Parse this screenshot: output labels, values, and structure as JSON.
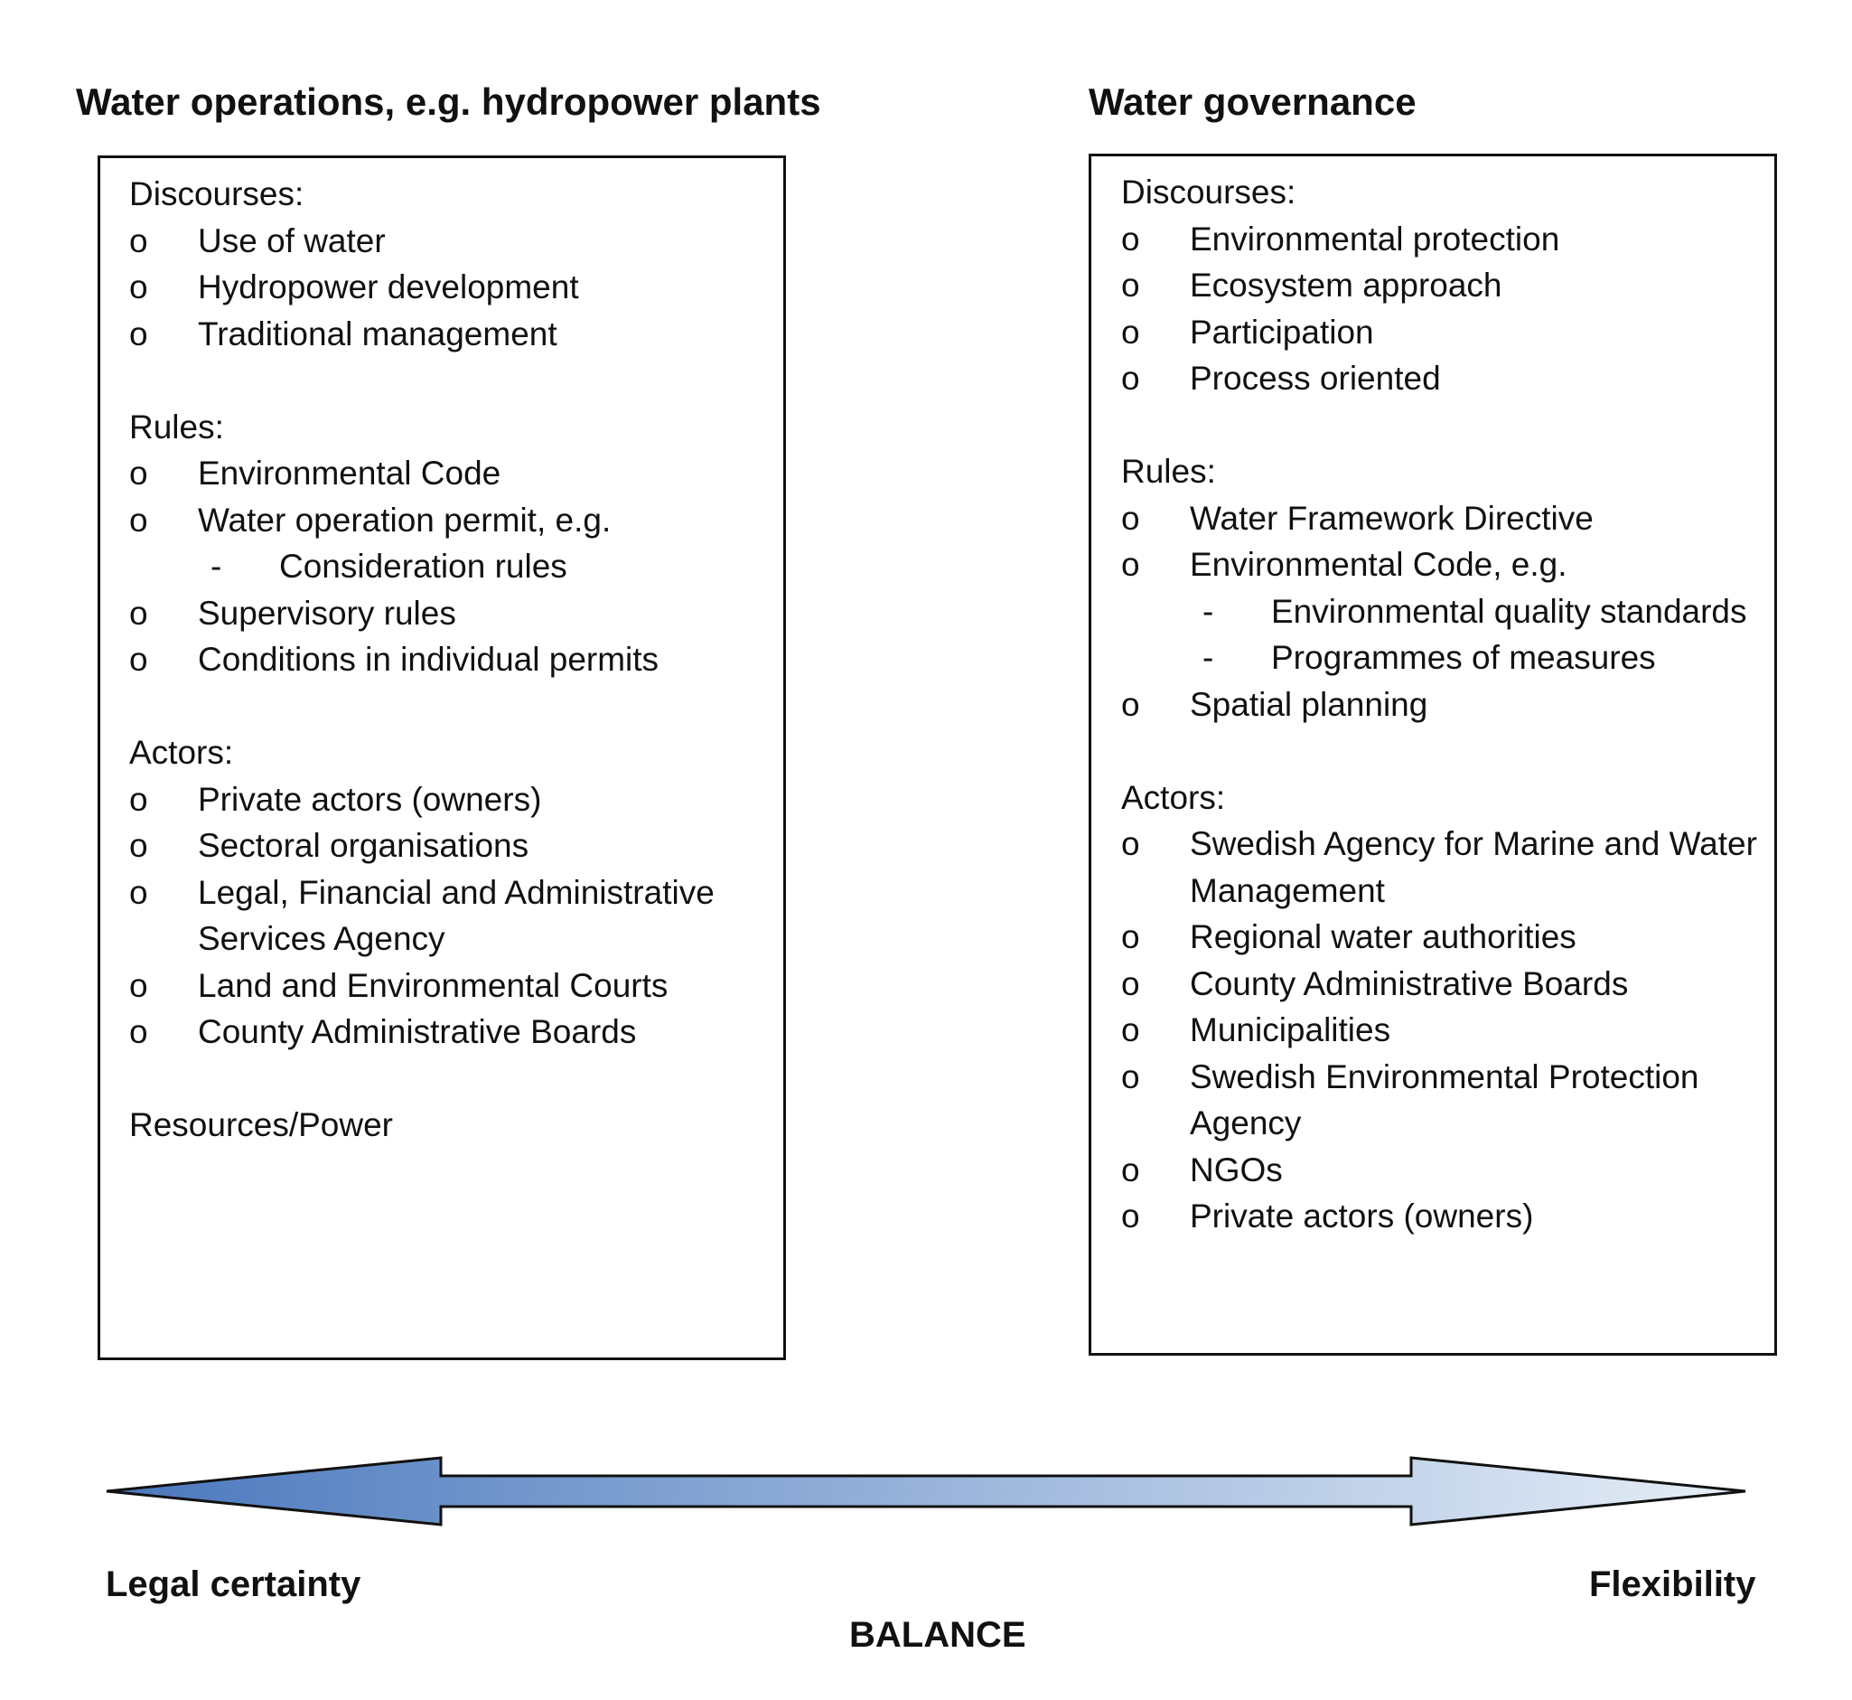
{
  "left": {
    "heading": "Water operations, e.g. hydropower plants",
    "sections": [
      {
        "title": "Discourses:",
        "items": [
          {
            "bullet": "o",
            "text": "Use of water"
          },
          {
            "bullet": "o",
            "text": "Hydropower development"
          },
          {
            "bullet": "o",
            "text": "Traditional management"
          }
        ]
      },
      {
        "title": "Rules:",
        "items": [
          {
            "bullet": "o",
            "text": "Environmental Code"
          },
          {
            "bullet": "o",
            "text": "Water operation permit, e.g."
          },
          {
            "bullet": "-",
            "text": "Consideration rules",
            "sub": true
          },
          {
            "bullet": "o",
            "text": "Supervisory rules"
          },
          {
            "bullet": "o",
            "text": "Conditions in individual permits"
          }
        ]
      },
      {
        "title": "Actors:",
        "items": [
          {
            "bullet": "o",
            "text": "Private actors (owners)"
          },
          {
            "bullet": "o",
            "text": "Sectoral organisations"
          },
          {
            "bullet": "o",
            "text": "Legal, Financial and Administrative Services Agency"
          },
          {
            "bullet": "o",
            "text": "Land and Environmental Courts"
          },
          {
            "bullet": "o",
            "text": "County Administrative Boards"
          }
        ]
      },
      {
        "title": "Resources/Power",
        "items": []
      }
    ]
  },
  "right": {
    "heading": "Water governance",
    "sections": [
      {
        "title": "Discourses:",
        "items": [
          {
            "bullet": "o",
            "text": "Environmental protection"
          },
          {
            "bullet": "o",
            "text": "Ecosystem approach"
          },
          {
            "bullet": "o",
            "text": "Participation"
          },
          {
            "bullet": "o",
            "text": "Process oriented"
          }
        ]
      },
      {
        "title": "Rules:",
        "items": [
          {
            "bullet": "o",
            "text": "Water Framework Directive"
          },
          {
            "bullet": "o",
            "text": "Environmental Code, e.g."
          },
          {
            "bullet": "-",
            "text": "Environmental quality standards",
            "sub": true
          },
          {
            "bullet": "-",
            "text": "Programmes of measures",
            "sub": true
          },
          {
            "bullet": "o",
            "text": "Spatial planning"
          }
        ]
      },
      {
        "title": "Actors:",
        "items": [
          {
            "bullet": "o",
            "text": "Swedish Agency for Marine and Water Management"
          },
          {
            "bullet": "o",
            "text": "Regional water authorities"
          },
          {
            "bullet": "o",
            "text": "County Administrative Boards"
          },
          {
            "bullet": "o",
            "text": "Municipalities"
          },
          {
            "bullet": "o",
            "text": "Swedish Environmental Protection Agency"
          },
          {
            "bullet": "o",
            "text": "NGOs"
          },
          {
            "bullet": "o",
            "text": "Private actors (owners)"
          }
        ]
      }
    ]
  },
  "footer": {
    "left_label": "Legal certainty",
    "right_label": "Flexibility",
    "center_label": "BALANCE"
  },
  "colors": {
    "arrow_dark": "#4a78bd",
    "arrow_light": "#e6eef7",
    "stroke": "#111111"
  }
}
